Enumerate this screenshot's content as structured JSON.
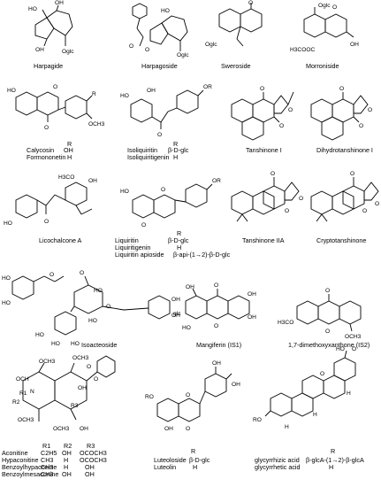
{
  "compounds": [
    {
      "id": "harpagide",
      "label": "Harpagide",
      "subs": [
        "HO",
        "OH",
        "OH",
        "Oglc"
      ]
    },
    {
      "id": "harpagoside",
      "label": "Harpagoside",
      "subs": [
        "HO",
        "O",
        "O",
        "Oglc"
      ]
    },
    {
      "id": "sweroside",
      "label": "Sweroside",
      "subs": [
        "O",
        "Oglc"
      ]
    },
    {
      "id": "morroniside",
      "label": "Morroniside",
      "subs": [
        "Oglc",
        "O",
        "H3COOC",
        "OH"
      ]
    },
    {
      "id": "calycosin",
      "label": "Calycosin",
      "subs": [
        "HO",
        "O",
        "O",
        "R",
        "OCH3"
      ]
    },
    {
      "id": "isoliquiritin",
      "label": "Isoliquiritin",
      "subs": [
        "HO",
        "OH",
        "OR",
        "O"
      ]
    },
    {
      "id": "tanshinone1",
      "label": "Tanshinone I",
      "subs": [
        "O",
        "O",
        "O"
      ]
    },
    {
      "id": "dihydrotanshinone",
      "label": "Dihydrotanshinone I",
      "subs": [
        "O",
        "O",
        "O"
      ]
    },
    {
      "id": "licochalcone",
      "label": "Licochalcone A",
      "subs": [
        "H3CO",
        "OH",
        "HO",
        "O"
      ]
    },
    {
      "id": "liquiritin",
      "label": "Liquiritin",
      "subs": [
        "HO",
        "O",
        "OR",
        "O"
      ]
    },
    {
      "id": "tanshinone2a",
      "label": "Tanshinone IIA",
      "subs": [
        "O",
        "O",
        "O"
      ]
    },
    {
      "id": "cryptotanshinone",
      "label": "Cryptotanshinone",
      "subs": [
        "O",
        "O",
        "O"
      ]
    },
    {
      "id": "isoacteoside",
      "label": "Isoacteoside",
      "subs": [
        "HO",
        "HO",
        "O",
        "O",
        "HO",
        "OH",
        "O",
        "OH",
        "HO",
        "HO",
        "HO",
        "HO"
      ]
    },
    {
      "id": "mangiferin",
      "label": "Mangiferin (IS1)",
      "subs": [
        "OH",
        "OH",
        "glc",
        "HO",
        "OH",
        "O",
        "O"
      ]
    },
    {
      "id": "dimethoxyxanthone",
      "label": "1,7-dimethoxyxanthone (IS2)",
      "subs": [
        "H3CO",
        "O",
        "OCH3",
        "O"
      ]
    },
    {
      "id": "aconitine",
      "label": "",
      "subs": [
        "OCH3",
        "OCH3",
        "OCH3",
        "OCH",
        "R2",
        "R1",
        "N",
        "OH",
        "R3",
        "OCH3",
        "OH",
        "O",
        "O"
      ]
    },
    {
      "id": "luteoloside",
      "label": "",
      "subs": [
        "RO",
        "OH",
        "O",
        "OH",
        "OH",
        "O"
      ]
    },
    {
      "id": "glycyrrhizic",
      "label": "",
      "subs": [
        "HO",
        "O",
        "RO",
        "H",
        "H",
        "O",
        "H"
      ]
    }
  ],
  "tables": {
    "calycosin": {
      "header": "R",
      "rows": [
        {
          "name": "Calycosin",
          "r": "OH"
        },
        {
          "name": "Formononetin",
          "r": "H"
        }
      ]
    },
    "isoliquiritin": {
      "header": "R",
      "rows": [
        {
          "name": "Isoliquiritin",
          "r": "β-D-glc"
        },
        {
          "name": "Isoliquiritigenin",
          "r": "H"
        }
      ]
    },
    "liquiritin": {
      "header": "R",
      "rows": [
        {
          "name": "Liquiritin",
          "r": "β-D-glc"
        },
        {
          "name": "Liquiritigenin",
          "r": "H"
        },
        {
          "name": "Liquiritin apioside",
          "r": "β-api-(1→2)-β-D-glc"
        }
      ]
    },
    "aconitine": {
      "headers": [
        "R1",
        "R2",
        "R3"
      ],
      "rows": [
        {
          "name": "Aconitine",
          "r1": "C2H5",
          "r2": "OH",
          "r3": "OCOCH3"
        },
        {
          "name": "Hypaconitine",
          "r1": "CH3",
          "r2": "H",
          "r3": "OCOCH3"
        },
        {
          "name": "Benzoylhypaconine",
          "r1": "CH3",
          "r2": "H",
          "r3": "OH"
        },
        {
          "name": "Benzoylmesaconine",
          "r1": "CH3",
          "r2": "OH",
          "r3": "OH"
        }
      ]
    },
    "luteoloside": {
      "header": "R",
      "rows": [
        {
          "name": "Luteoloside",
          "r": "β-D-glc"
        },
        {
          "name": "Luteolin",
          "r": "H"
        }
      ]
    },
    "glycyrrhizic": {
      "header": "R",
      "rows": [
        {
          "name": "glycyrrhizic acid",
          "r": "β-glcA-(1→2)-β-glcA"
        },
        {
          "name": "glycyrrhetic acid",
          "r": "H"
        }
      ]
    }
  }
}
